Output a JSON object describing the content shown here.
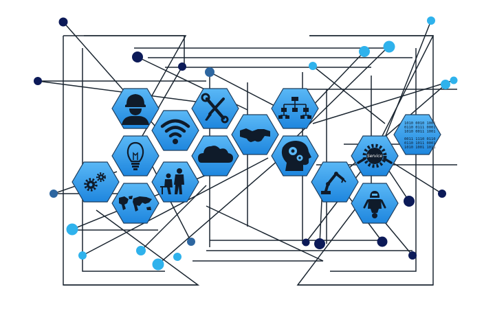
{
  "colors": {
    "background": "#ffffff",
    "hex_fill_light": "#5ab8f6",
    "hex_fill_dark": "#1e86de",
    "hex_stroke": "#1f3d5c",
    "line": "#1a2530",
    "icon": "#0f1b2a",
    "node_navy": "#0c1a58",
    "node_blue": "#2d66a0",
    "node_cyan": "#2fb2ec"
  },
  "hexagons": [
    {
      "name": "hex-worker",
      "icon": "worker-hardhat-icon"
    },
    {
      "name": "hex-wifi",
      "icon": "wifi-icon"
    },
    {
      "name": "hex-tools",
      "icon": "wrench-screwdriver-icon"
    },
    {
      "name": "hex-handshake",
      "icon": "handshake-icon"
    },
    {
      "name": "hex-org-chart",
      "icon": "org-chart-icon"
    },
    {
      "name": "hex-binary",
      "icon": "binary-code-icon",
      "binary_lines": [
        "1010 0010 1001",
        "0110 0111 0001",
        "1010 0011 1001",
        "",
        "0011 1110 0110",
        "0110 1011 0001",
        "1010 1001 1011"
      ]
    },
    {
      "name": "hex-lightbulb",
      "icon": "lightbulb-icon"
    },
    {
      "name": "hex-cloud",
      "icon": "cloud-icon"
    },
    {
      "name": "hex-head-gears",
      "icon": "head-gears-icon"
    },
    {
      "name": "hex-service",
      "icon": "service-gear-icon",
      "label": "Service"
    },
    {
      "name": "hex-gears",
      "icon": "gears-icon"
    },
    {
      "name": "hex-people",
      "icon": "people-meeting-icon"
    },
    {
      "name": "hex-robot-arm",
      "icon": "robot-arm-icon"
    },
    {
      "name": "hex-world-map",
      "icon": "world-map-icon"
    },
    {
      "name": "hex-robot",
      "icon": "robot-icon"
    }
  ],
  "nodes": [
    {
      "tone": "navy"
    },
    {
      "tone": "cyan"
    },
    {
      "tone": "navy"
    },
    {
      "tone": "navy"
    },
    {
      "tone": "navy"
    },
    {
      "tone": "blue"
    },
    {
      "tone": "cyan"
    },
    {
      "tone": "cyan"
    },
    {
      "tone": "cyan"
    },
    {
      "tone": "cyan"
    },
    {
      "tone": "cyan"
    },
    {
      "tone": "blue"
    },
    {
      "tone": "navy"
    },
    {
      "tone": "navy"
    },
    {
      "tone": "navy"
    },
    {
      "tone": "blue"
    },
    {
      "tone": "cyan"
    },
    {
      "tone": "cyan"
    },
    {
      "tone": "cyan"
    },
    {
      "tone": "cyan"
    },
    {
      "tone": "cyan"
    },
    {
      "tone": "navy"
    },
    {
      "tone": "navy"
    },
    {
      "tone": "navy"
    },
    {
      "tone": "navy"
    },
    {
      "tone": "navy"
    },
    {
      "tone": "navy"
    }
  ]
}
